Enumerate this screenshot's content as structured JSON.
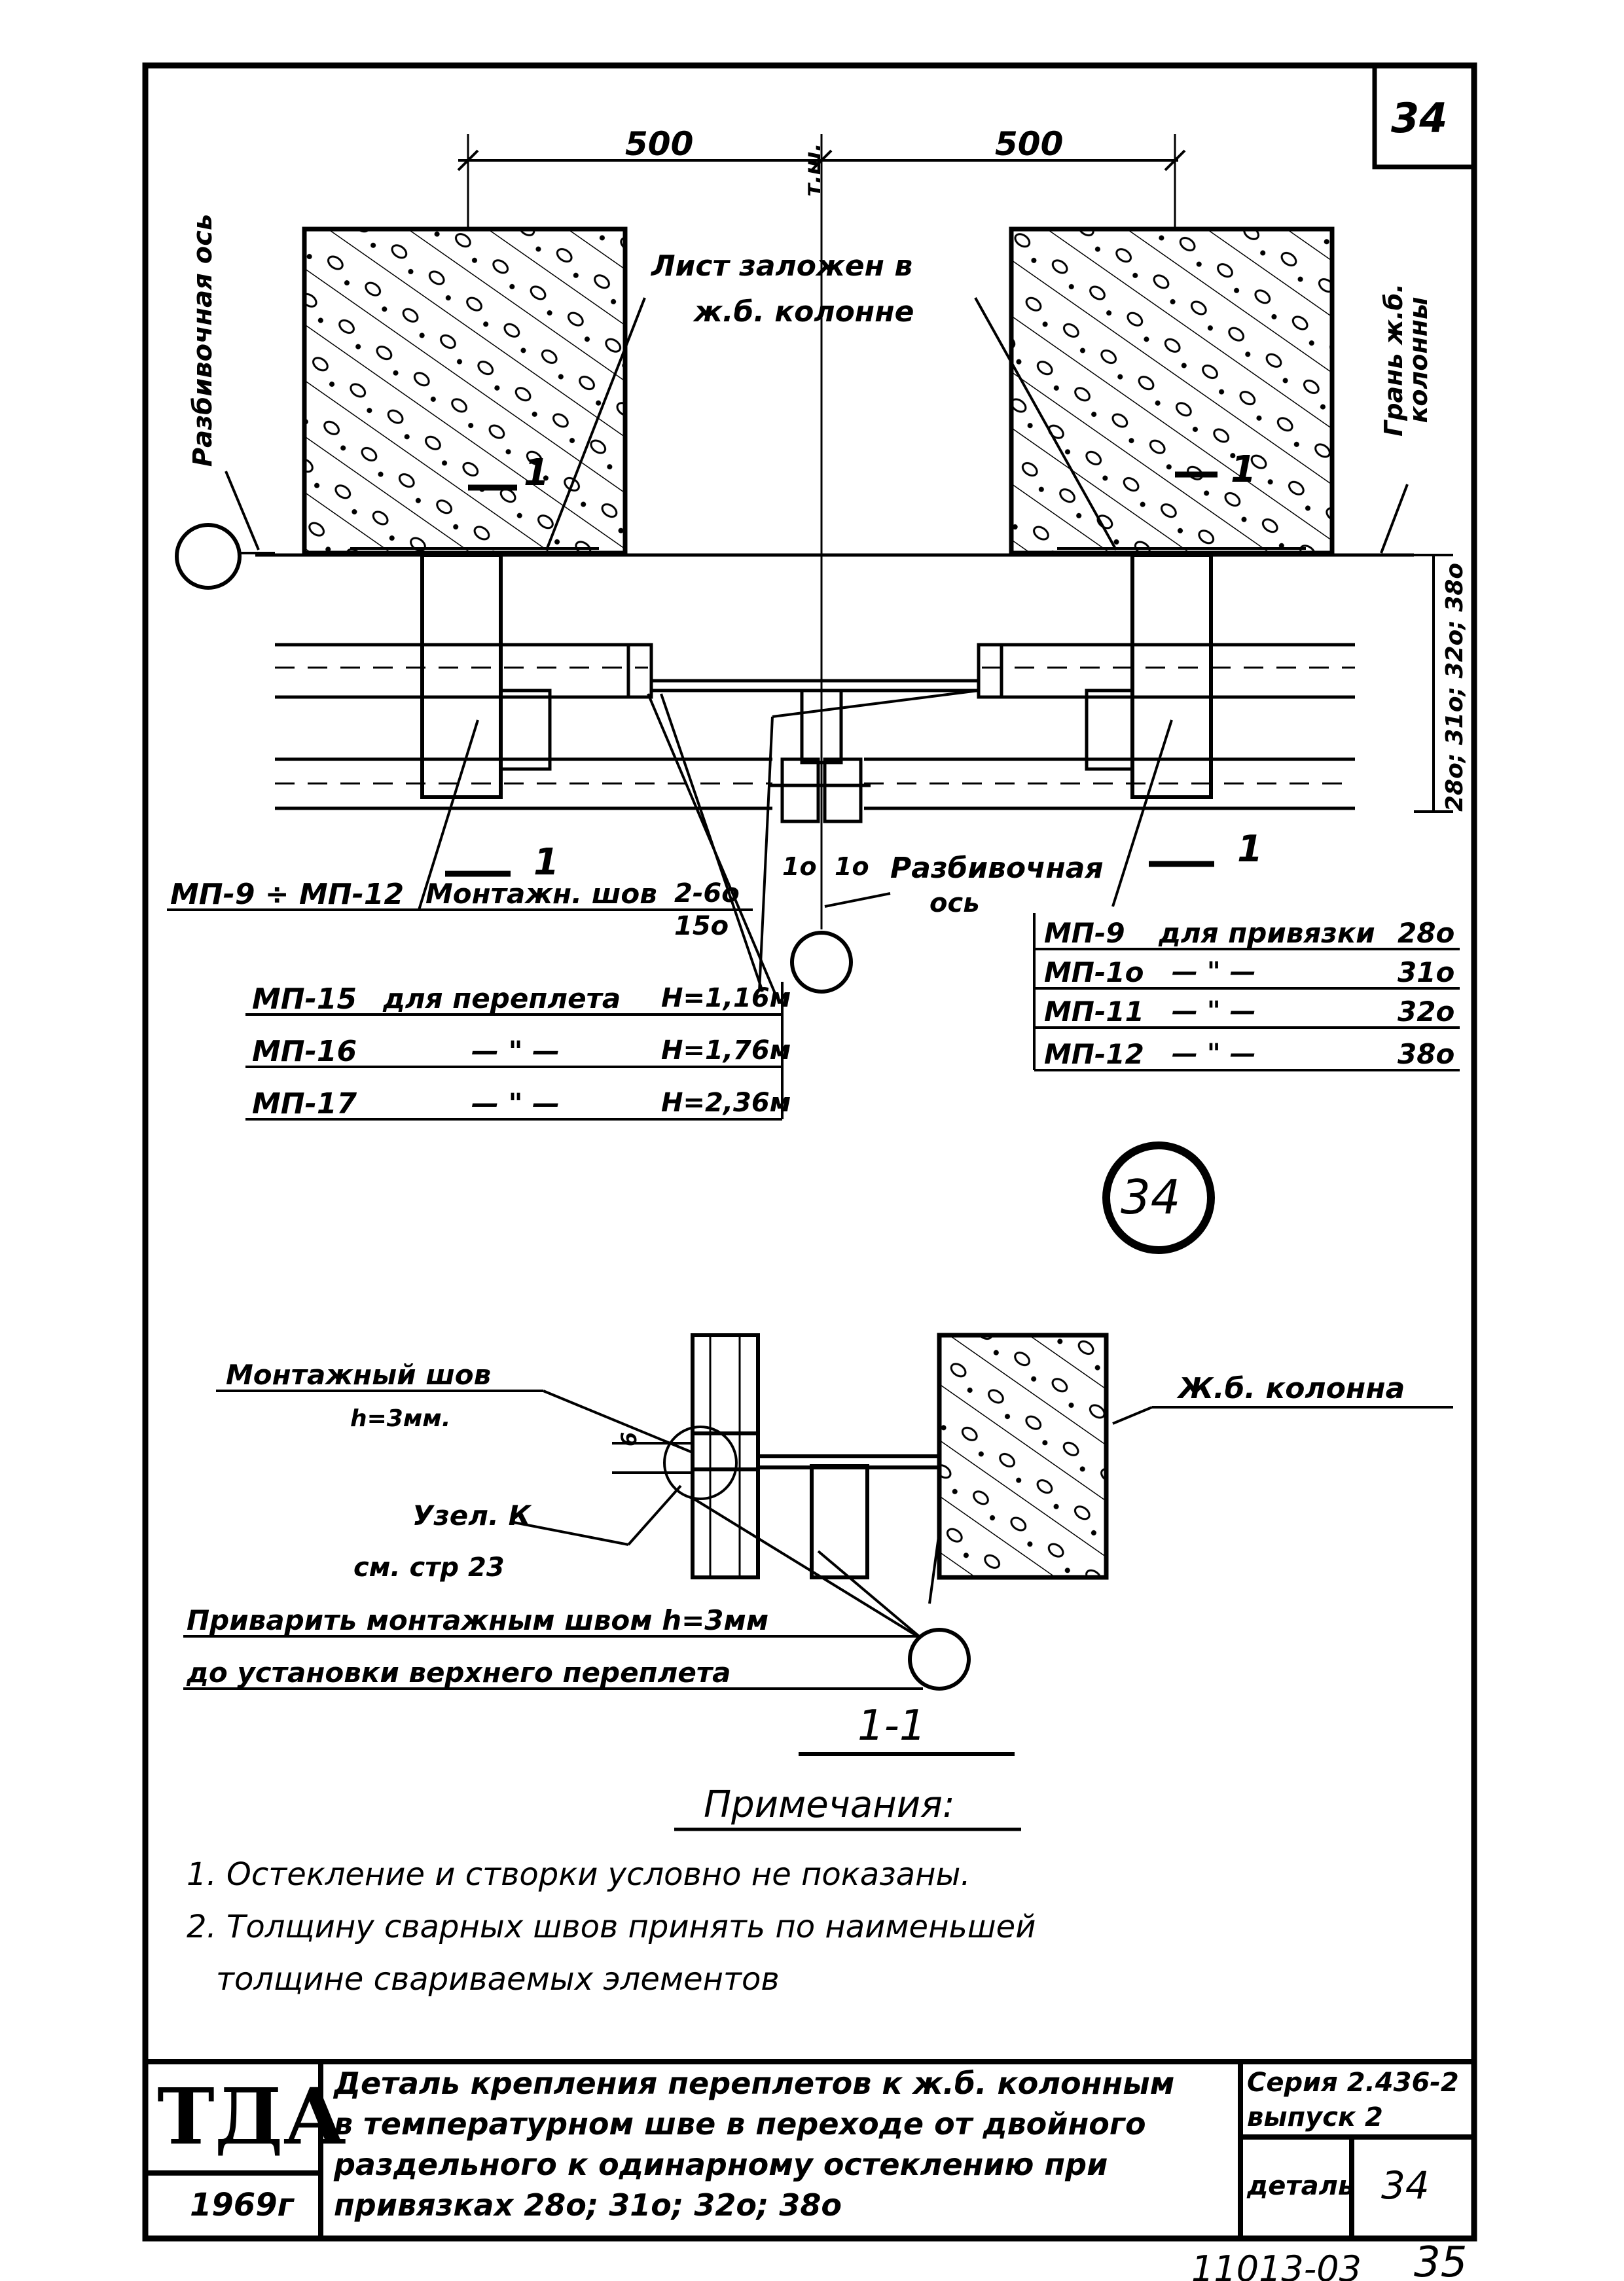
{
  "sheet_number_top": "34",
  "plan": {
    "dim_left": "500",
    "dim_right": "500",
    "axis_center_label": "т.ш.",
    "axis_left_label": "Разбивочная ось",
    "face_right_label": "Грань ж.б. колонны",
    "sheet_embedded_label_1": "Лист заложен в",
    "sheet_embedded_label_2": "ж.б. колонне",
    "section_mark_1": "1",
    "dim_vertical": "28о; 31о; 32о; 38о",
    "gap_left": "1о",
    "gap_right": "1о",
    "axis_center_bottom_label_1": "Разбивочная",
    "axis_center_bottom_label_2": "ось",
    "left_element": "МП-9 ÷ МП-12",
    "weld_label": "Монтажн. шов",
    "weld_value_top": "2-6о",
    "weld_value_bottom": "15о",
    "left_table": [
      {
        "item": "МП-15",
        "text": "для переплета",
        "value": "Н=1,16м"
      },
      {
        "item": "МП-16",
        "text": "— \" —",
        "value": "Н=1,76м"
      },
      {
        "item": "МП-17",
        "text": "— \" —",
        "value": "Н=2,36м"
      }
    ],
    "right_table": [
      {
        "item": "МП-9",
        "text": "для привязки",
        "value": "28о"
      },
      {
        "item": "МП-1о",
        "text": "— \" —",
        "value": "31о"
      },
      {
        "item": "МП-11",
        "text": "— \" —",
        "value": "32о"
      },
      {
        "item": "МП-12",
        "text": "— \" —",
        "value": "38о"
      }
    ],
    "detail_circle": "34"
  },
  "section": {
    "weld_label": "Монтажный шов",
    "weld_value": "h=3мм.",
    "gap": "6",
    "column_label": "Ж.б. колонна",
    "node_label": "Узел. К",
    "node_ref": "см. стр 23",
    "weld_note_1": "Приварить монтажным швом h=3мм",
    "weld_note_2": "до установки верхнего переплета",
    "section_title": "1-1"
  },
  "notes": {
    "title": "Примечания:",
    "items": [
      "1. Остекление и створки условно не показаны.",
      "2. Толщину сварных швов принять по наименьшей",
      "толщине свариваемых элементов"
    ]
  },
  "title_block": {
    "org": "ТДА",
    "year": "1969г",
    "title_lines": [
      "Деталь крепления переплетов к ж.б. колонным",
      "в температурном шве в переходе от двойного",
      "раздельного к одинарному остеклению при",
      "привязках 28о; 31о; 32о; 38о"
    ],
    "series": "Серия 2.436-2",
    "issue": "выпуск 2",
    "detail_label": "деталь",
    "detail_number": "34"
  },
  "footer": {
    "doc_code": "11013-03",
    "page": "35"
  }
}
